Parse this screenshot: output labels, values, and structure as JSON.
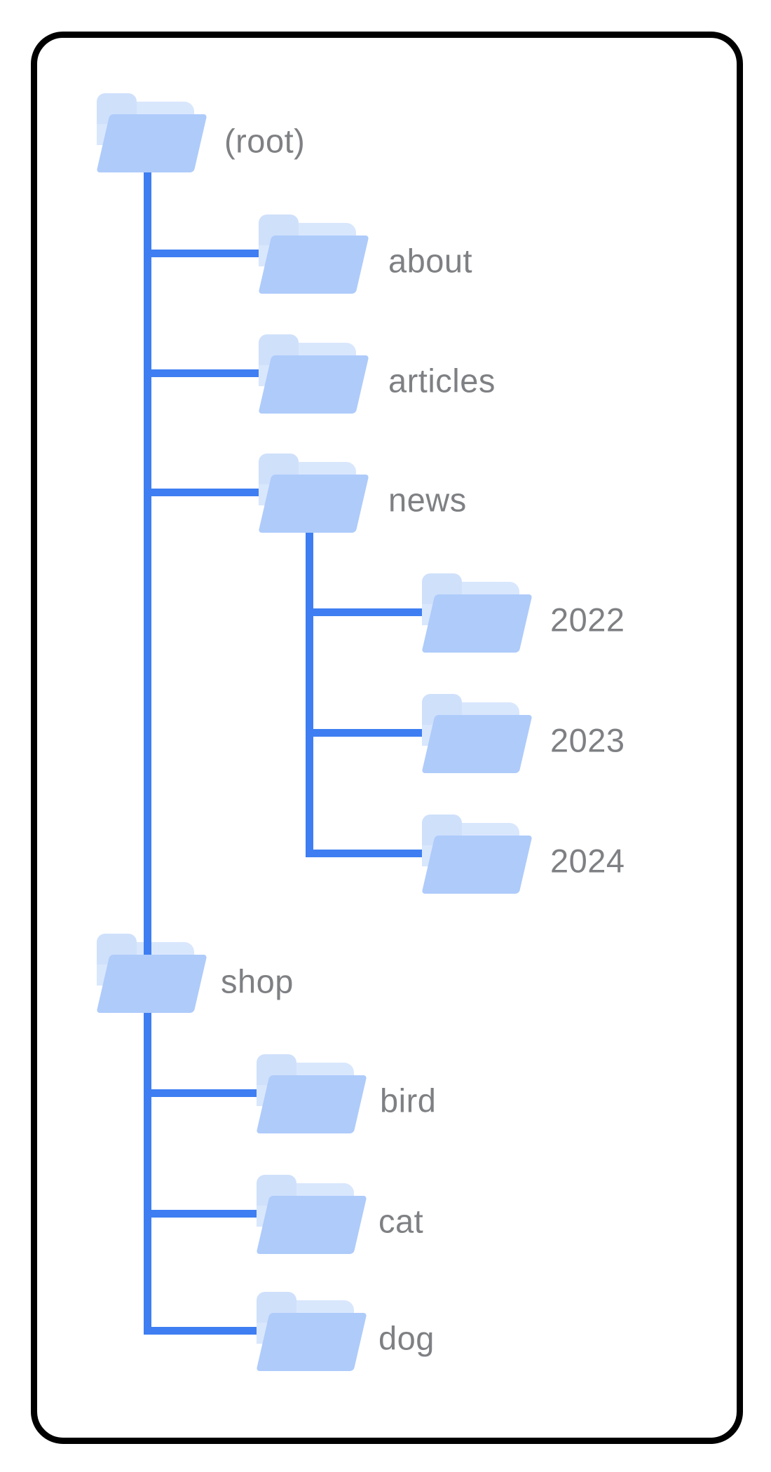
{
  "tree": {
    "label": "(root)",
    "children": [
      {
        "label": "about",
        "children": []
      },
      {
        "label": "articles",
        "children": []
      },
      {
        "label": "news",
        "children": [
          {
            "label": "2022",
            "children": []
          },
          {
            "label": "2023",
            "children": []
          },
          {
            "label": "2024",
            "children": []
          }
        ]
      },
      {
        "label": "shop",
        "children": [
          {
            "label": "bird",
            "children": []
          },
          {
            "label": "cat",
            "children": []
          },
          {
            "label": "dog",
            "children": []
          }
        ]
      }
    ]
  },
  "icons": {
    "folder_icon": "open-folder"
  },
  "colors": {
    "connector_blue": "#3e7ef2",
    "folder_front": "#aecbfa",
    "folder_back": "#d9e7fd",
    "folder_tab": "#cfe0fb",
    "label_gray": "#7e8083",
    "card_border": "#000000",
    "card_background": "#ffffff"
  }
}
